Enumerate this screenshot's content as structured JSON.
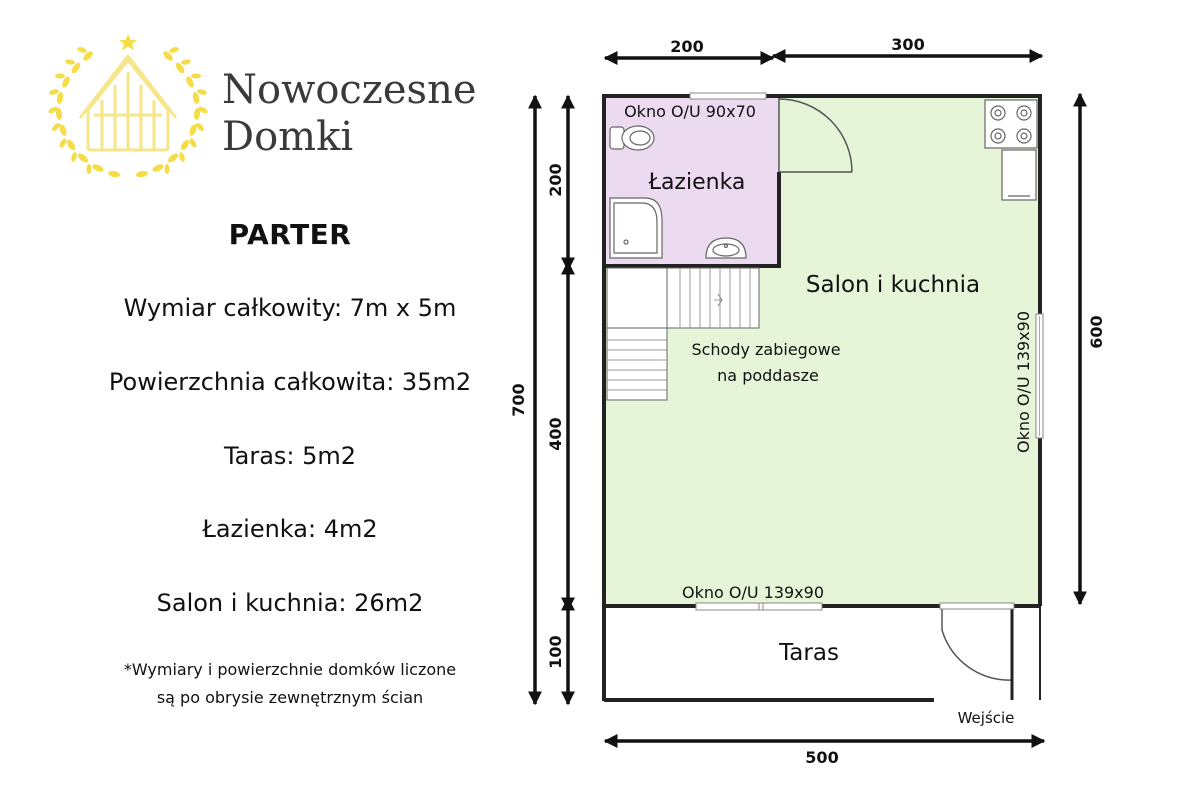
{
  "brand": {
    "line1": "Nowoczesne",
    "line2": "Domki"
  },
  "info": {
    "title": "PARTER",
    "total_dimensions": "Wymiar całkowity:  7m x 5m",
    "total_area": "Powierzchnia całkowita: 35m2",
    "terrace": "Taras: 5m2",
    "bathroom": "Łazienka: 4m2",
    "living_kitchen": "Salon i kuchnia: 26m2",
    "note_line1": "*Wymiary i powierzchnie domków liczone",
    "note_line2": "są po obrysie zewnętrznym ścian"
  },
  "plan": {
    "rooms": {
      "bathroom": "Łazienka",
      "living": "Salon i kuchnia",
      "terrace": "Taras",
      "stairs_line1": "Schody zabiegowe",
      "stairs_line2": "na poddasze",
      "entrance": "Wejście"
    },
    "windows": {
      "bathroom": "Okno O/U 90x70",
      "side": "Okno O/U 139x90",
      "front": "Okno O/U 139x90"
    },
    "dimensions": {
      "top_left": "200",
      "top_right": "300",
      "bottom": "500",
      "left_total": "700",
      "left_upper": "200",
      "left_middle": "400",
      "left_lower": "100",
      "right": "600"
    },
    "colors": {
      "living_fill": "#e6f5d8",
      "bathroom_fill": "#ecdaf1",
      "wall": "#222222",
      "logo_gold": "#f5dd47"
    }
  }
}
